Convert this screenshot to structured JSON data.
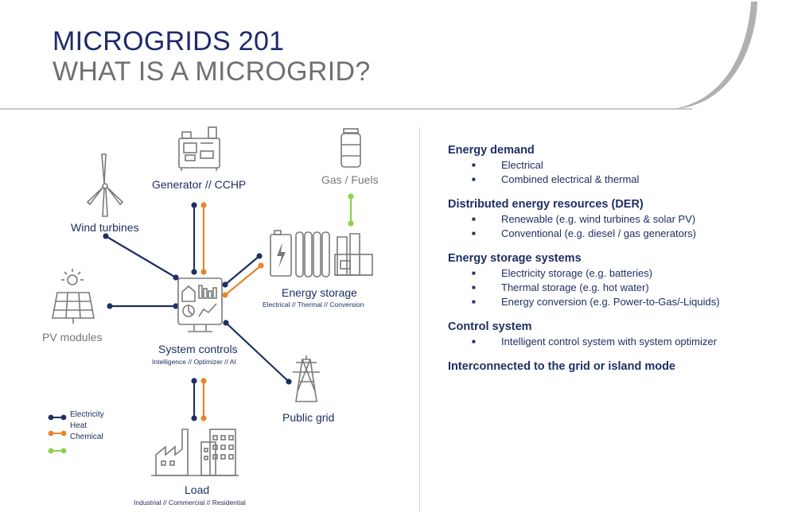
{
  "header": {
    "title_line1": "MICROGRIDS 201",
    "title_line2": "WHAT IS A MICROGRID?"
  },
  "colors": {
    "electricity": "#1e2f63",
    "heat": "#e5862f",
    "chemical": "#8dd147",
    "title_blue": "#1f2a6b",
    "title_gray": "#707070"
  },
  "diagram": {
    "nodes": {
      "generator": {
        "label": "Generator // CCHP",
        "icon": "generator-icon"
      },
      "gas": {
        "label": "Gas / Fuels",
        "icon": "gas-tank-icon"
      },
      "wind": {
        "label": "Wind turbines",
        "icon": "wind-turbine-icon"
      },
      "storage": {
        "label": "Energy storage",
        "sublabel": "Electrical // Thermal // Conversion",
        "icon": "energy-storage-icon"
      },
      "pv": {
        "label": "PV modules",
        "icon": "solar-panel-icon"
      },
      "controls": {
        "label": "System controls",
        "sublabel": "Intelligence // Optimizer // AI",
        "icon": "control-monitor-icon"
      },
      "grid": {
        "label": "Public grid",
        "icon": "transmission-tower-icon"
      },
      "load": {
        "label": "Load",
        "sublabel": "Industrial // Commercial // Residential",
        "icon": "buildings-icon"
      }
    },
    "legend": [
      {
        "label": "Electricity",
        "color": "#1e2f63"
      },
      {
        "label": "Heat",
        "color": "#e5862f"
      },
      {
        "label": "Chemical",
        "color": "#8dd147"
      }
    ]
  },
  "sections": [
    {
      "title": "Energy demand",
      "bullets": [
        "Electrical",
        "Combined electrical & thermal"
      ]
    },
    {
      "title": "Distributed energy resources (DER)",
      "bullets": [
        "Renewable  (e.g. wind turbines & solar PV)",
        "Conventional  (e.g. diesel / gas generators)"
      ]
    },
    {
      "title": "Energy storage systems",
      "bullets": [
        "Electricity storage (e.g. batteries)",
        "Thermal  storage (e.g. hot water)",
        "Energy  conversion  (e.g. Power-to-Gas/-Liquids)"
      ]
    },
    {
      "title": "Control system",
      "bullets": [
        "Intelligent control system with system optimizer"
      ]
    },
    {
      "title": "Interconnected to the grid or island mode",
      "bullets": []
    }
  ],
  "bullet_marker": "■"
}
